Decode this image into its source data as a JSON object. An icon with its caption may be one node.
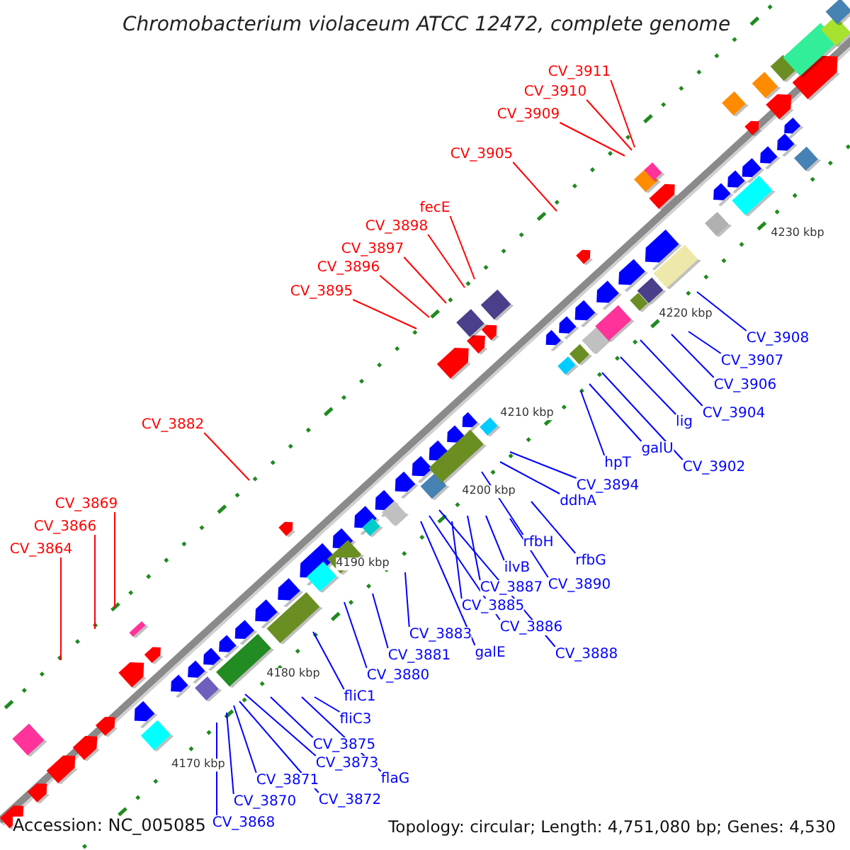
{
  "diagram": {
    "title": "Chromobacterium violaceum ATCC 12472, complete genome",
    "nodes": [
      {
        "text": [
          "CV_3911"
        ]
      },
      {
        "text": [
          "CV_3910"
        ]
      },
      {
        "text": [
          "CV_3909"
        ]
      },
      {
        "text": [
          "CV_3905"
        ]
      },
      {
        "text": [
          "fecE"
        ]
      },
      {
        "text": [
          "CV_3898"
        ]
      },
      {
        "text": [
          "CV_3897"
        ]
      },
      {
        "text": [
          "CV_3896"
        ]
      },
      {
        "text": [
          "CV_3895"
        ]
      },
      {
        "text": [
          "CV_3882"
        ]
      },
      {
        "text": [
          "CV_3869"
        ]
      },
      {
        "text": [
          "CV_3866"
        ]
      },
      {
        "text": [
          "CV_3864"
        ]
      },
      {
        "text": [
          "CV_3908"
        ]
      },
      {
        "text": [
          "CV_3907"
        ]
      },
      {
        "text": [
          "CV_3906"
        ]
      },
      {
        "text": [
          "CV_3904"
        ]
      },
      {
        "text": [
          "lig"
        ]
      },
      {
        "text": [
          "galU"
        ]
      },
      {
        "text": [
          "hpT"
        ]
      },
      {
        "text": [
          "CV_3902"
        ]
      },
      {
        "text": [
          "CV_3894"
        ]
      },
      {
        "text": [
          "ddhA"
        ]
      },
      {
        "text": [
          "rfbH"
        ]
      },
      {
        "text": [
          "rfbG"
        ]
      },
      {
        "text": [
          "ilvB"
        ]
      },
      {
        "text": [
          "CV_3890"
        ]
      },
      {
        "text": [
          "CV_3887"
        ]
      },
      {
        "text": [
          "CV_3885"
        ]
      },
      {
        "text": [
          "CV_3886"
        ]
      },
      {
        "text": [
          "CV_3883"
        ]
      },
      {
        "text": [
          "galE"
        ]
      },
      {
        "text": [
          "CV_3888"
        ]
      },
      {
        "text": [
          "CV_3881"
        ]
      },
      {
        "text": [
          "CV_3880"
        ]
      },
      {
        "text": [
          "fliC1"
        ]
      },
      {
        "text": [
          "fliC3"
        ]
      },
      {
        "text": [
          "CV_3875"
        ]
      },
      {
        "text": [
          "CV_3873"
        ]
      },
      {
        "text": [
          "flaG"
        ]
      },
      {
        "text": [
          "CV_3871"
        ]
      },
      {
        "text": [
          "CV_3872"
        ]
      },
      {
        "text": [
          "CV_3870"
        ]
      },
      {
        "text": [
          "CV_3868"
        ]
      }
    ],
    "edges": [
      {
        "from": 0,
        "to": null,
        "arrow": "none",
        "color": "#ff0000"
      },
      {
        "from": 1,
        "to": null,
        "arrow": "none",
        "color": "#ff0000"
      },
      {
        "from": 2,
        "to": null,
        "arrow": "none",
        "color": "#ff0000"
      },
      {
        "from": 3,
        "to": null,
        "arrow": "none",
        "color": "#ff0000"
      },
      {
        "from": 4,
        "to": null,
        "arrow": "none",
        "color": "#ff0000"
      },
      {
        "from": 5,
        "to": null,
        "arrow": "none",
        "color": "#ff0000"
      },
      {
        "from": 6,
        "to": null,
        "arrow": "none",
        "color": "#ff0000"
      },
      {
        "from": 7,
        "to": null,
        "arrow": "none",
        "color": "#ff0000"
      },
      {
        "from": 8,
        "to": null,
        "arrow": "none",
        "color": "#ff0000"
      },
      {
        "from": 9,
        "to": null,
        "arrow": "none",
        "color": "#ff0000"
      },
      {
        "from": 10,
        "to": null,
        "arrow": "none",
        "color": "#ff0000"
      },
      {
        "from": 11,
        "to": null,
        "arrow": "none",
        "color": "#ff0000"
      },
      {
        "from": 12,
        "to": null,
        "arrow": "none",
        "color": "#ff0000"
      },
      {
        "from": 13,
        "to": null,
        "arrow": "none"
      },
      {
        "from": 14,
        "to": null,
        "arrow": "none"
      },
      {
        "from": 15,
        "to": null,
        "arrow": "none"
      },
      {
        "from": 16,
        "to": null,
        "arrow": "none"
      },
      {
        "from": 17,
        "to": null,
        "arrow": "none"
      },
      {
        "from": 18,
        "to": null,
        "arrow": "none"
      },
      {
        "from": 19,
        "to": null,
        "arrow": "none"
      },
      {
        "from": 20,
        "to": null,
        "arrow": "none"
      },
      {
        "from": 21,
        "to": null,
        "arrow": "none"
      },
      {
        "from": 22,
        "to": null,
        "arrow": "none"
      },
      {
        "from": 23,
        "to": null,
        "arrow": "none"
      },
      {
        "from": 24,
        "to": null,
        "arrow": "none"
      },
      {
        "from": 25,
        "to": null,
        "arrow": "none"
      },
      {
        "from": 26,
        "to": null,
        "arrow": "none"
      },
      {
        "from": 27,
        "to": null,
        "arrow": "none"
      },
      {
        "from": 28,
        "to": null,
        "arrow": "none"
      },
      {
        "from": 29,
        "to": null,
        "arrow": "none"
      },
      {
        "from": 30,
        "to": null,
        "arrow": "none"
      },
      {
        "from": 31,
        "to": null,
        "arrow": "none"
      },
      {
        "from": 32,
        "to": null,
        "arrow": "none"
      },
      {
        "from": 33,
        "to": null,
        "arrow": "none"
      },
      {
        "from": 34,
        "to": null,
        "arrow": "none"
      },
      {
        "from": 35,
        "to": null,
        "arrow": "none"
      },
      {
        "from": 36,
        "to": null,
        "arrow": "none"
      },
      {
        "from": 37,
        "to": null,
        "arrow": "none"
      },
      {
        "from": 38,
        "to": null,
        "arrow": "none"
      },
      {
        "from": 39,
        "to": null,
        "arrow": "none"
      },
      {
        "from": 40,
        "to": null,
        "arrow": "none"
      },
      {
        "from": 41,
        "to": null,
        "arrow": "none"
      },
      {
        "from": 42,
        "to": null,
        "arrow": "none"
      },
      {
        "from": 43,
        "to": null,
        "arrow": "none"
      }
    ],
    "labels": [
      "4230 kbp",
      "4220 kbp",
      "4210 kbp",
      "4200 kbp",
      "4190 kbp",
      "4180 kbp",
      "4170 kbp",
      "Accession: NC_005085",
      "Topology: circular; Length: 4,751,080 bp; Genes: 4,530"
    ]
  }
}
